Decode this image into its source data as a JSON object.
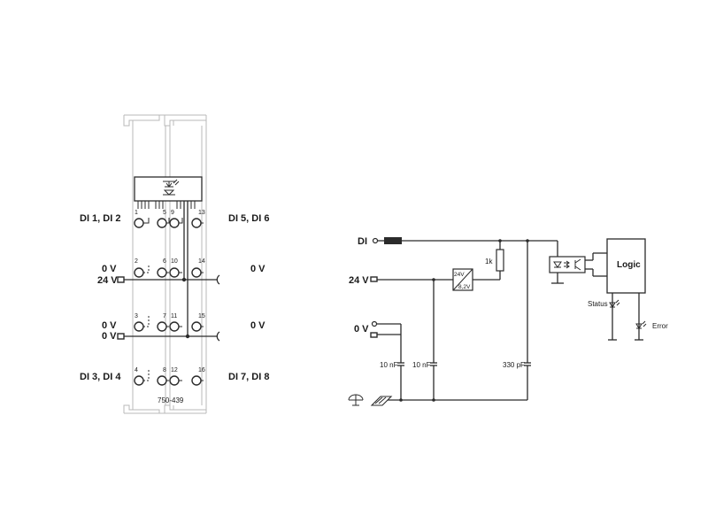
{
  "module": {
    "label_di12": "DI 1, DI 2",
    "label_di56": "DI 5, DI 6",
    "label_0v_l1": "0 V",
    "label_0v_r1": "0 V",
    "label_24v": "24 V",
    "label_0v_l2": "0 V",
    "label_0v_r2": "0 V",
    "label_0v_l3": "0 V",
    "label_di34": "DI 3, DI 4",
    "label_di78": "DI 7, DI 8",
    "part_number": "750-439",
    "pins": {
      "p1": "1",
      "p5": "5",
      "p9": "9",
      "p13": "13",
      "p2": "2",
      "p6": "6",
      "p10": "10",
      "p14": "14",
      "p3": "3",
      "p7": "7",
      "p11": "11",
      "p15": "15",
      "p4": "4",
      "p8": "8",
      "p12": "12",
      "p16": "16"
    }
  },
  "schematic": {
    "di": "DI",
    "v24": "24 V",
    "v0": "0 V",
    "res_1k": "1k",
    "conv_in": "24V",
    "conv_out": "8,2V",
    "cap1": "10 nF",
    "cap2": "10 nF",
    "cap3": "330 pF",
    "logic": "Logic",
    "status": "Status",
    "error": "Error"
  }
}
